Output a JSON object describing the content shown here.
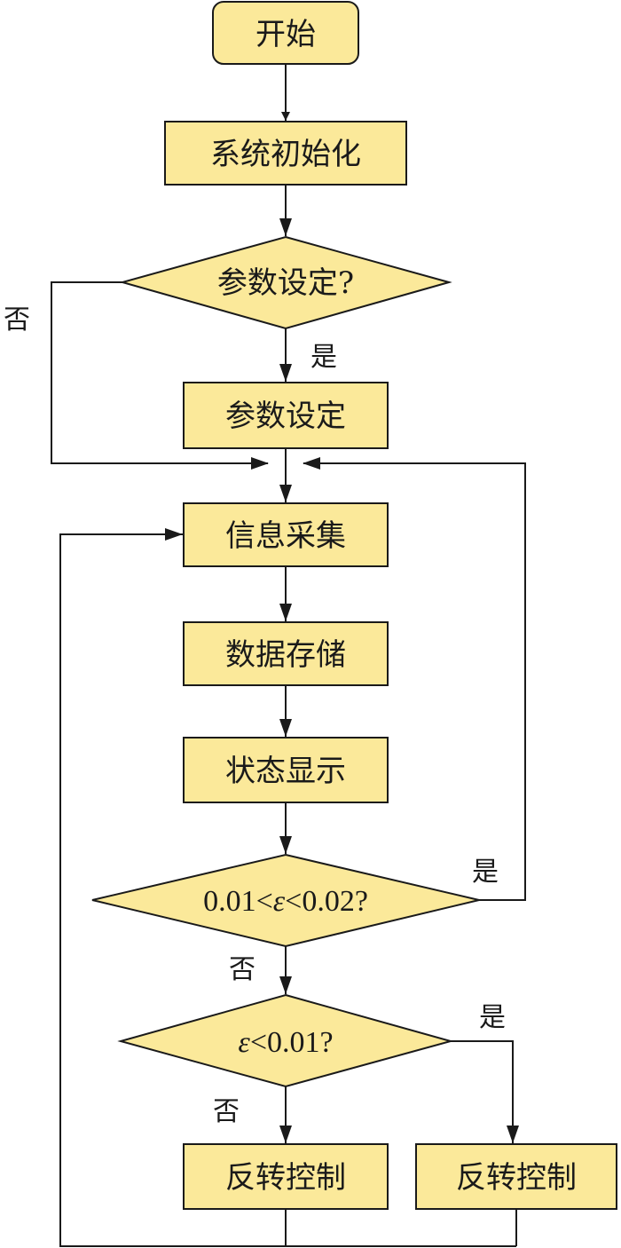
{
  "nodes": {
    "start": "开始",
    "init": "系统初始化",
    "param_q": "参数设定?",
    "param_set": "参数设定",
    "collect": "信息采集",
    "store": "数据存储",
    "display": "状态显示",
    "cond1": {
      "left": "0.01<",
      "var": "ε",
      "right": "<0.02?"
    },
    "cond2": {
      "var": "ε",
      "right": "<0.01?"
    },
    "ctrl_left": "反转控制",
    "ctrl_right": "反转控制"
  },
  "edge_labels": {
    "param_no": "否",
    "param_yes": "是",
    "cond1_yes": "是",
    "cond1_no": "否",
    "cond2_yes": "是",
    "cond2_no": "否"
  },
  "colors": {
    "node_fill": "#fbe99a",
    "stroke": "#1a1a1a"
  }
}
